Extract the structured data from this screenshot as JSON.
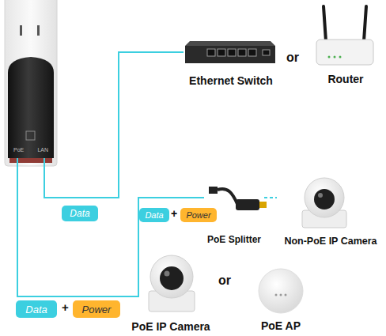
{
  "diagram": {
    "nodes": [
      {
        "text": [
          "PoE",
          "LAN"
        ]
      },
      {
        "text": [
          "Ethernet Switch"
        ]
      },
      {
        "text": [
          "Router"
        ]
      },
      {
        "text": [
          "PoE Splitter"
        ]
      },
      {
        "text": [
          "Non-PoE IP Camera"
        ]
      },
      {
        "text": [
          "PoE IP Camera"
        ]
      },
      {
        "text": [
          "PoE AP"
        ]
      },
      {
        "text": [
          "Data"
        ]
      },
      {
        "text": [
          "Data"
        ]
      },
      {
        "text": [
          "Power"
        ]
      },
      {
        "text": [
          "Data"
        ]
      },
      {
        "text": [
          "Power"
        ]
      }
    ],
    "edges": [
      {
        "from": 1,
        "to": 0,
        "arrow": "none"
      },
      {
        "from": 0,
        "to": 3,
        "arrow": "none"
      },
      {
        "from": 0,
        "to": 5,
        "arrow": "none"
      },
      {
        "from": 3,
        "to": 4,
        "arrow": "none"
      }
    ],
    "labels": [
      "or",
      "+",
      "or",
      "+"
    ]
  }
}
